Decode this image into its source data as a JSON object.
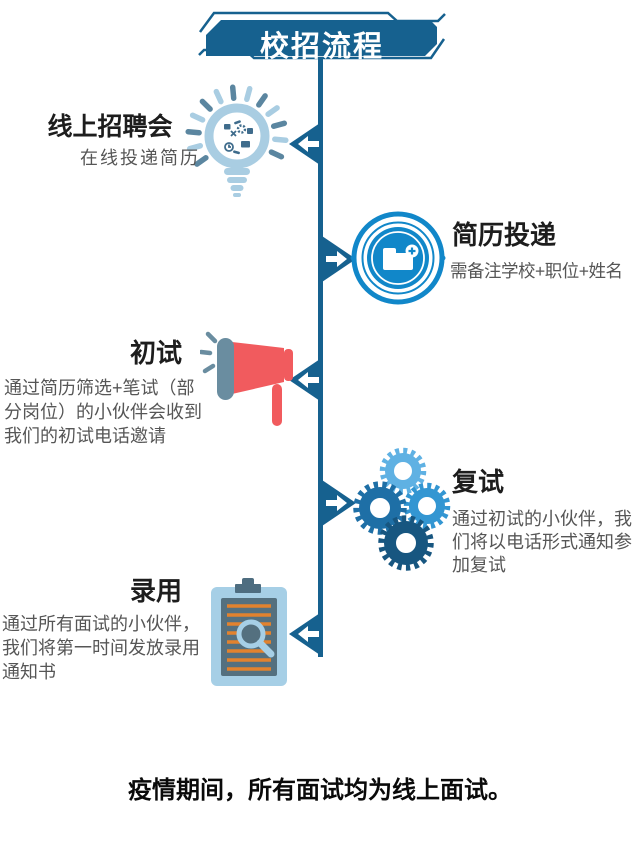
{
  "banner": {
    "title": "校招流程"
  },
  "steps": [
    {
      "title": "线上招聘会",
      "desc": "在线投递简历",
      "side": "left",
      "icon": "lightbulb-icon",
      "arrow": "left"
    },
    {
      "title": "简历投递",
      "desc": "需备注学校+职位+姓名",
      "side": "right",
      "icon": "folder-plus-badge-icon",
      "arrow": "right"
    },
    {
      "title": "初试",
      "desc": "通过简历筛选+笔试（部\n分岗位）的小伙伴会收到\n我们的初试电话邀请",
      "side": "left",
      "icon": "megaphone-icon",
      "arrow": "left"
    },
    {
      "title": "复试",
      "desc": "通过初试的小伙伴，我\n们将以电话形式通知参\n加复试",
      "side": "right",
      "icon": "gears-icon",
      "arrow": "right"
    },
    {
      "title": "录用",
      "desc": "通过所有面试的小伙伴，\n我们将第一时间发放录用\n通知书",
      "side": "left",
      "icon": "clipboard-search-icon",
      "arrow": "left"
    }
  ],
  "footer": {
    "note": "疫情期间，所有面试均为线上面试。"
  },
  "colors": {
    "primary_dark_blue": "#16618F",
    "accent_blue": "#1187C9",
    "light_blue": "#A9CDE2",
    "gear_light": "#5FB1E3",
    "gear_mid": "#3396D2",
    "gear_deep": "#1E6FA6",
    "gear_dark": "#175680",
    "megaphone_red": "#F15B5E",
    "slate": "#6A8DA0",
    "clipboard_slate": "#54707F",
    "line_orange": "#E2822E",
    "title_text": "#1d1d1d",
    "desc_text": "#565656"
  }
}
